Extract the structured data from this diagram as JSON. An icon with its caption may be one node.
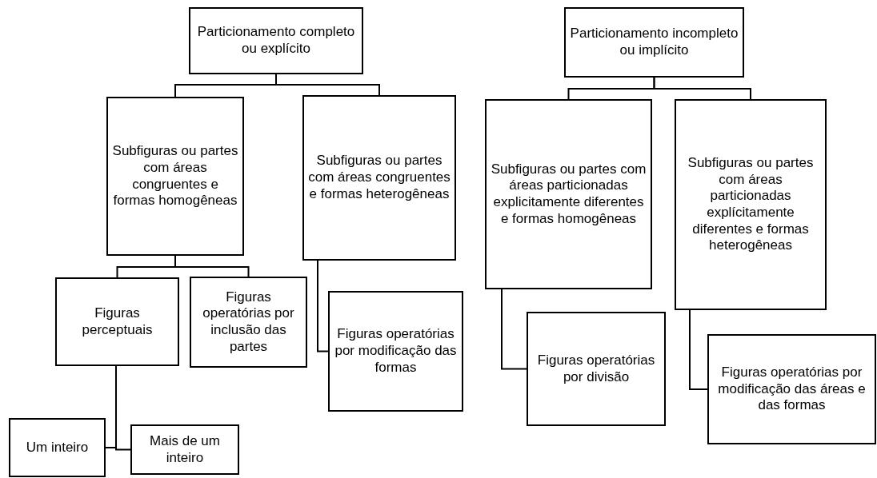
{
  "diagram": {
    "nodes": [
      {
        "text": [
          "Particionamento completo ou explícito"
        ]
      },
      {
        "text": [
          "Subfiguras ou partes com áreas congruentes e formas homogêneas"
        ]
      },
      {
        "text": [
          "Subfiguras ou partes com áreas congruentes e formas heterogêneas"
        ]
      },
      {
        "text": [
          "Figuras perceptuais"
        ]
      },
      {
        "text": [
          "Figuras operatórias por inclusão das partes"
        ]
      },
      {
        "text": [
          "Figuras operatórias por modificação das formas"
        ]
      },
      {
        "text": [
          "Um inteiro"
        ]
      },
      {
        "text": [
          "Mais de um inteiro"
        ]
      },
      {
        "text": [
          "Particionamento incompleto ou implícito"
        ]
      },
      {
        "text": [
          "Subfiguras ou partes com áreas particionadas explicitamente diferentes e formas homogêneas"
        ]
      },
      {
        "text": [
          "Subfiguras ou partes com áreas particionadas explícitamente diferentes e formas heterogêneas"
        ]
      },
      {
        "text": [
          "Figuras operatórias por divisão"
        ]
      },
      {
        "text": [
          "Figuras operatórias por modificação das áreas e das formas"
        ]
      }
    ],
    "edges": [
      {
        "from": 0,
        "to": 1,
        "arrow": "none"
      },
      {
        "from": 0,
        "to": 2,
        "arrow": "none"
      },
      {
        "from": 1,
        "to": 3,
        "arrow": "none"
      },
      {
        "from": 1,
        "to": 4,
        "arrow": "none"
      },
      {
        "from": 2,
        "to": 5,
        "arrow": "none"
      },
      {
        "from": 3,
        "to": 6,
        "arrow": "none"
      },
      {
        "from": 3,
        "to": 7,
        "arrow": "none"
      },
      {
        "from": 8,
        "to": 9,
        "arrow": "none"
      },
      {
        "from": 8,
        "to": 10,
        "arrow": "none"
      },
      {
        "from": 9,
        "to": 11,
        "arrow": "none"
      },
      {
        "from": 10,
        "to": 12,
        "arrow": "none"
      }
    ]
  }
}
